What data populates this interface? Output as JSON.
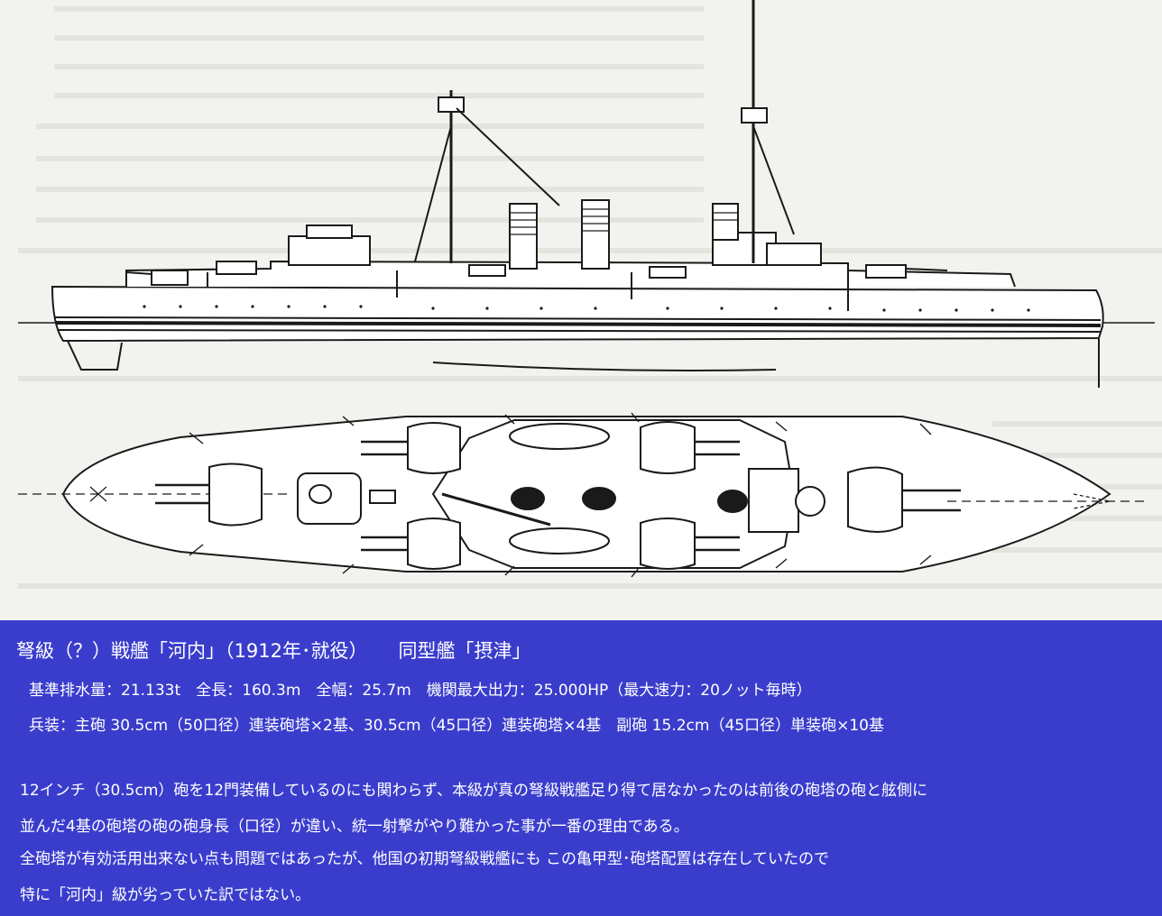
{
  "caption": {
    "title_main": "弩級（？）戦艦「河内」（1912年･就役）",
    "title_sister": "同型艦「摂津」",
    "spec_line_1": "基準排水量：21.133t　全長：160.3m　全幅：25.7m　機関最大出力：25.000HP（最大速力：20ノット毎時）",
    "spec_line_2": "兵装：主砲 30.5cm（50口径）連装砲塔×2基、30.5cm（45口径）連装砲塔×4基　副砲 15.2cm（45口径）単装砲×10基",
    "body": [
      "12インチ（30.5cm）砲を12門装備しているのにも関わらず、本級が真の弩級戦艦足り得て居なかったのは前後の砲塔の砲と舷側に",
      "並んだ4基の砲塔の砲の砲身長（口径）が違い、統一射撃がやり難かった事が一番の理由である。",
      "全砲塔が有効活用出来ない点も問題ではあったが、他国の初期弩級戦艦にも この亀甲型･砲塔配置は存在していたので",
      "特に「河内」級が劣っていた訳ではない。"
    ]
  },
  "colors": {
    "caption_background": "#3a3dcc",
    "caption_text": "#ffffff",
    "paper": "#f2f2ee",
    "ink": "#1a1a1a"
  }
}
